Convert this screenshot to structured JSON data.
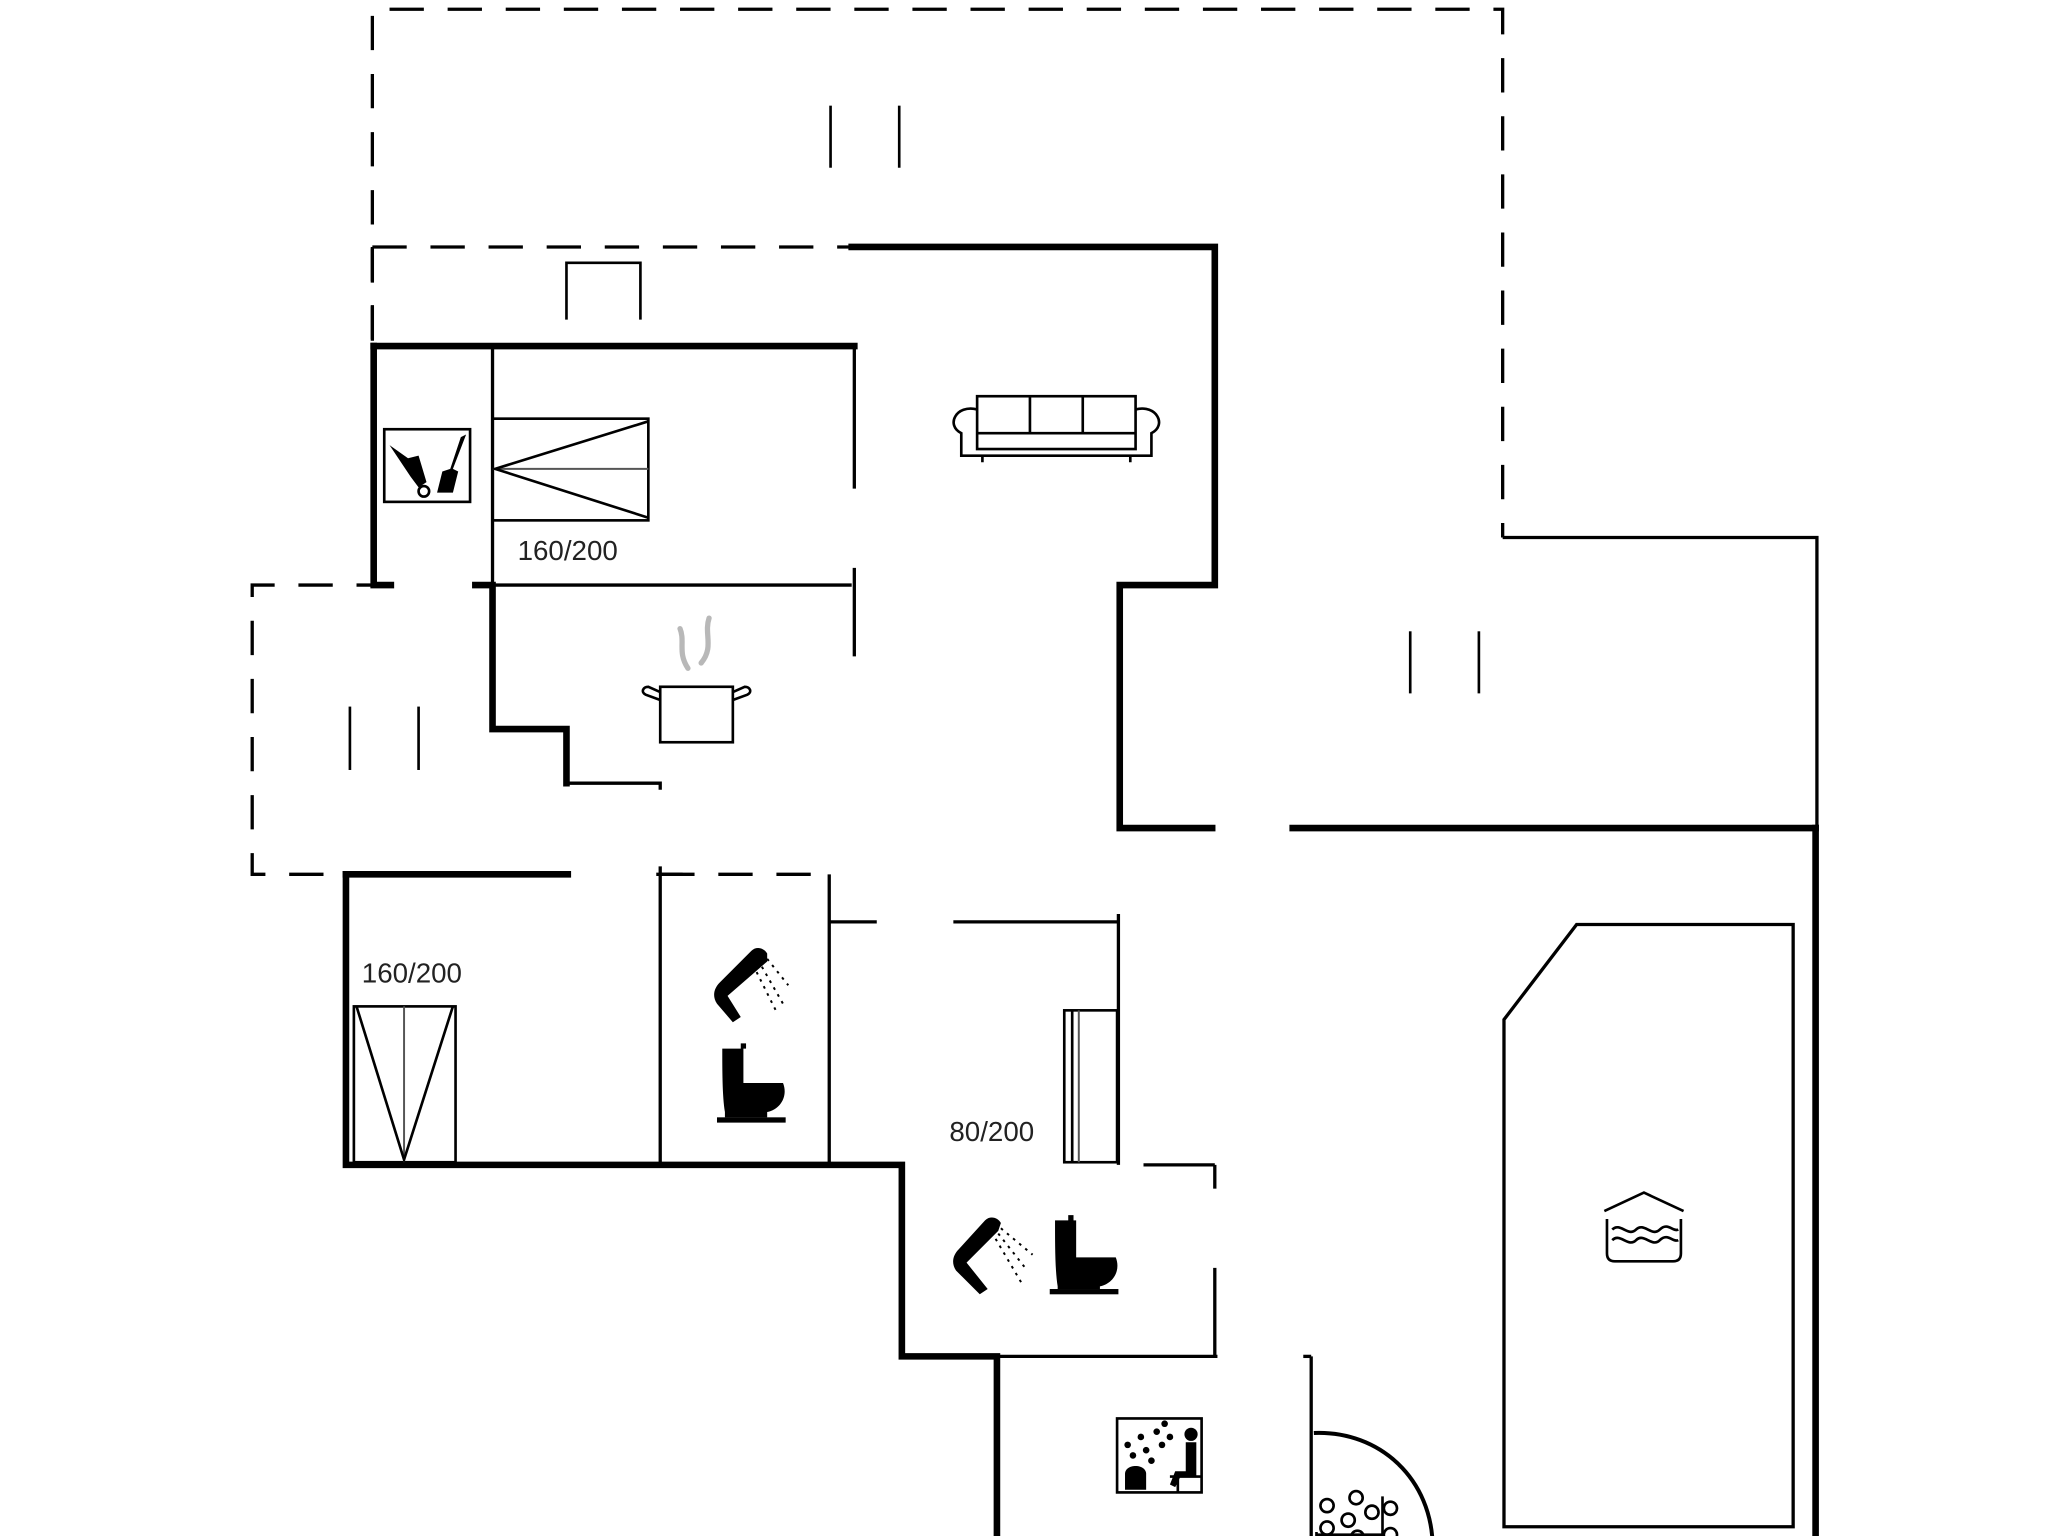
{
  "floorplan": {
    "title": "",
    "line_color": "#000000",
    "background": "#ffffff",
    "bed_labels": {
      "bedroom_1": "160/200",
      "bedroom_2": "160/200",
      "bedroom_3": "80/200"
    },
    "icons": [
      "sofa-icon",
      "cooking-pot-icon",
      "washing-machine-utility-icon",
      "shower-icon",
      "toilet-icon",
      "sauna-icon",
      "spa-whirlpool-icon",
      "indoor-pool-icon"
    ],
    "rooms": [
      {
        "name": "living-room",
        "icon": "sofa-icon"
      },
      {
        "name": "kitchen",
        "icon": "cooking-pot-icon"
      },
      {
        "name": "utility-room",
        "icon": "washing-machine-utility-icon"
      },
      {
        "name": "bedroom-1",
        "label": "160/200"
      },
      {
        "name": "bedroom-2",
        "label": "160/200"
      },
      {
        "name": "bedroom-3",
        "label": "80/200"
      },
      {
        "name": "bathroom-1",
        "icon": "shower-icon"
      },
      {
        "name": "bathroom-2",
        "icon": "shower-icon"
      },
      {
        "name": "sauna",
        "icon": "sauna-icon"
      },
      {
        "name": "spa",
        "icon": "spa-whirlpool-icon"
      },
      {
        "name": "pool-hall",
        "icon": "indoor-pool-icon"
      },
      {
        "name": "terrace-north"
      },
      {
        "name": "terrace-west"
      },
      {
        "name": "terrace-east"
      }
    ]
  }
}
